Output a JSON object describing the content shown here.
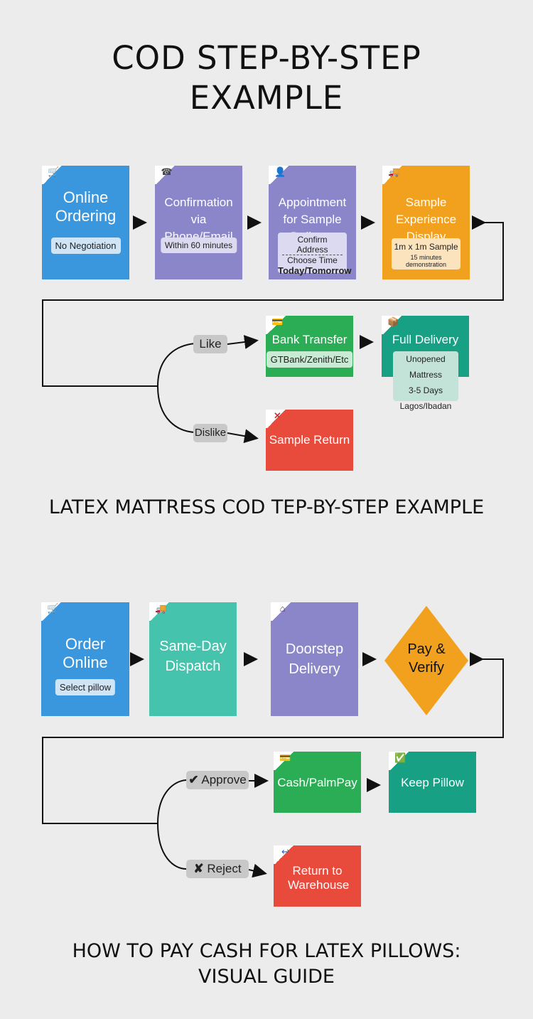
{
  "title": "COD STEP-BY-STEP EXAMPLE",
  "flow1": {
    "s1": {
      "label": "Online Ordering",
      "tag": "No Negotiation",
      "icon": "cart-icon"
    },
    "s2": {
      "label": "Confirmation via Phone/Email",
      "tag": "Within 60 minutes",
      "icon": "phone-icon"
    },
    "s3": {
      "label": "Appointment for Sample Delivery",
      "tag1": "Confirm Address",
      "tag2": "Choose Time",
      "tag3": "Today/Tomorrow",
      "icon": "agent-icon"
    },
    "s4": {
      "label": "Sample Experience Display",
      "tag1": "1m x 1m Sample",
      "tag2": "15 minutes demonstration",
      "icon": "truck-icon"
    },
    "like": "Like",
    "dislike": "Dislike",
    "bank": {
      "label": "Bank Transfer",
      "tag": "GTBank/Zenith/Etc",
      "icon": "pos-icon"
    },
    "full": {
      "label": "Full Delivery",
      "tag1": "Unopened Mattress",
      "tag2": "3-5 Days",
      "tag3": "Lagos/Ibadan",
      "icon": "box-icon"
    },
    "ret": {
      "label": "Sample Return",
      "icon": "cross-icon"
    }
  },
  "sub1": "LATEX MATTRESS COD TEP-BY-STEP EXAMPLE",
  "flow2": {
    "s1": {
      "label": "Order Online",
      "tag": "Select pillow",
      "icon": "cart-icon"
    },
    "s2": {
      "label": "Same-Day Dispatch",
      "icon": "truck-icon"
    },
    "s3": {
      "label": "Doorstep Delivery",
      "icon": "house-icon"
    },
    "s4": {
      "label": "Pay & Verify"
    },
    "approve": "Approve",
    "reject": "Reject",
    "cash": {
      "label": "Cash/PalmPay",
      "icon": "pos-icon"
    },
    "keep": {
      "label": "Keep Pillow",
      "icon": "check-icon"
    },
    "ret": {
      "label": "Return to Warehouse",
      "icon": "return-icon"
    }
  },
  "sub2": "HOW TO PAY CASH FOR LATEX PILLOWS: VISUAL GUIDE",
  "colors": {
    "blue": "#3a96dd",
    "purple": "#8b86c9",
    "orange": "#f2a11e",
    "green": "#2aad55",
    "teal": "#17a084",
    "red": "#e84a3c",
    "mint": "#46c3ad"
  }
}
